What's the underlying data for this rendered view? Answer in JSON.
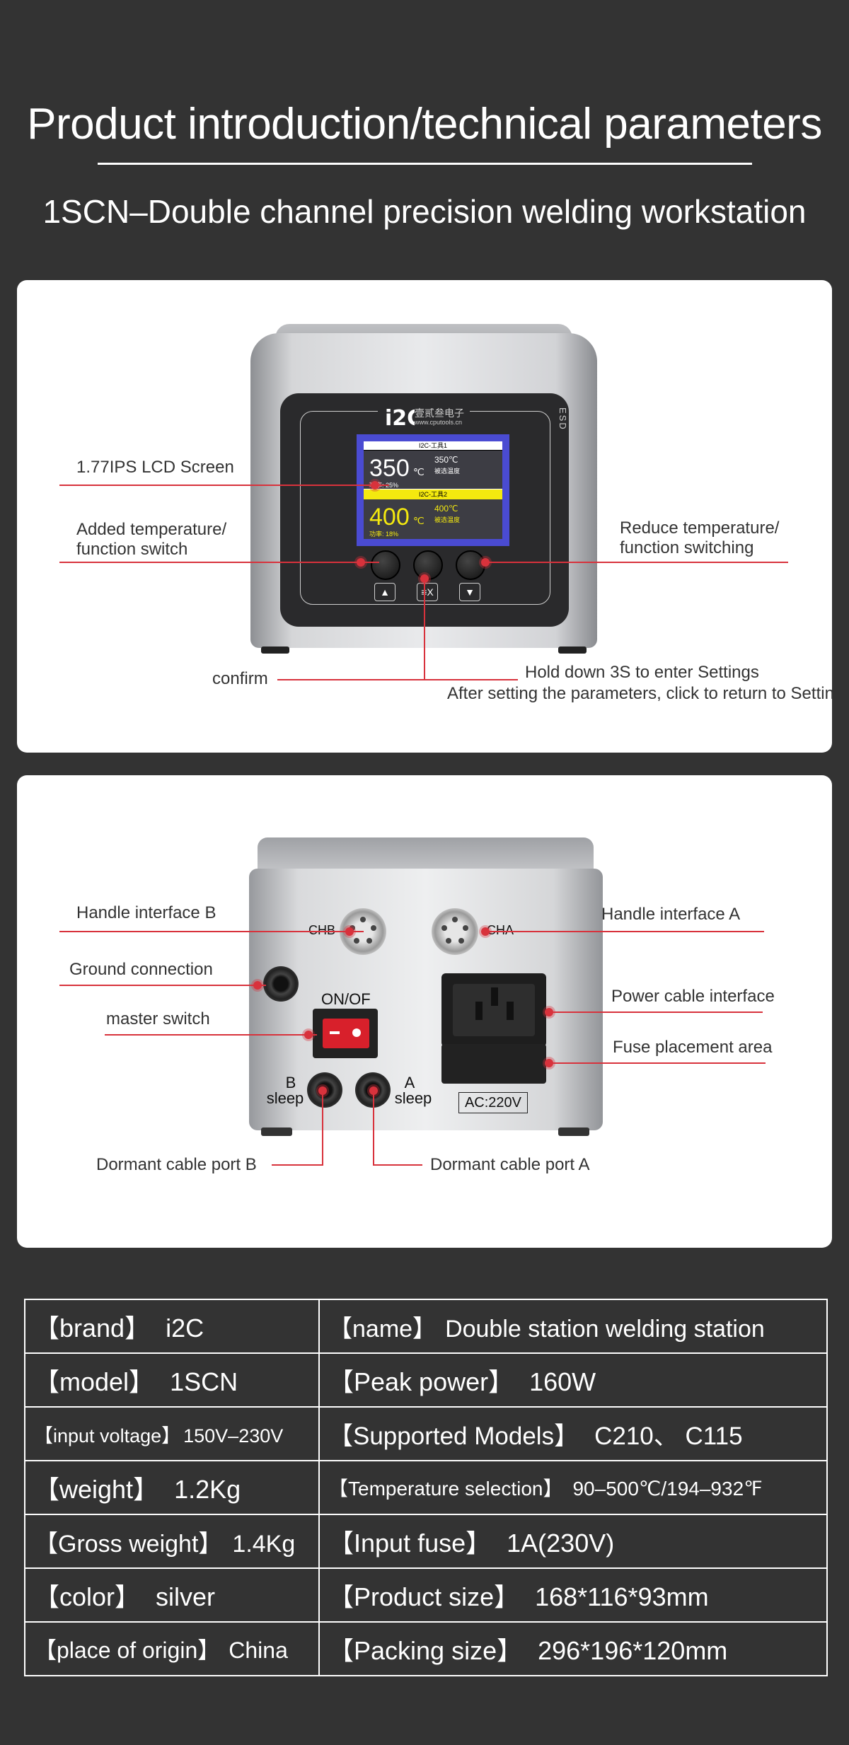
{
  "header": {
    "title": "Product introduction/technical parameters",
    "subtitle": "1SCN–Double channel precision welding workstation"
  },
  "front_panel": {
    "callouts": {
      "lcd": "1.77IPS LCD Screen",
      "add_temp_line1": "Added temperature/",
      "add_temp_line2": "function switch",
      "reduce_temp_line1": "Reduce temperature/",
      "reduce_temp_line2": "function switching",
      "confirm": "confirm",
      "hold_settings": "Hold down 3S to enter Settings",
      "after_settings": "After setting the parameters, click to return to Settings"
    },
    "device": {
      "logo": "i2C",
      "logo_sub": "壹贰叁电子",
      "logo_url": "www.cputools.cn",
      "esd": "ESD",
      "lcd": {
        "tool1_label": "I2C-工具1",
        "tool1_temp": "350",
        "tool1_unit": "℃",
        "tool1_set": "350℃",
        "tool1_set_label": "被选温度",
        "tool1_power": "功率: 25%",
        "tool2_label": "I2C-工具2",
        "tool2_temp": "400",
        "tool2_unit": "℃",
        "tool2_set": "400℃",
        "tool2_set_label": "被选温度",
        "tool2_power": "功率: 18%"
      },
      "keys": {
        "up": "▲",
        "menu": "≡X",
        "down": "▼"
      }
    }
  },
  "back_panel": {
    "callouts": {
      "handle_b": "Handle interface B",
      "handle_a": "Handle interface A",
      "ground": "Ground connection",
      "master_switch": "master switch",
      "power_cable": "Power cable interface",
      "fuse": "Fuse placement area",
      "dormant_b": "Dormant cable port B",
      "dormant_a": "Dormant cable port A"
    },
    "device": {
      "chb": "CHB",
      "cha": "CHA",
      "on_off": "ON/OF",
      "sleep_b_line1": "B",
      "sleep_b_line2": "sleep",
      "sleep_a_line1": "A",
      "sleep_a_line2": "sleep",
      "ac": "AC:220V"
    }
  },
  "specs": [
    {
      "left_key": "【brand】",
      "left_value": "i2C",
      "right_key": "【name】",
      "right_value": "Double station welding station"
    },
    {
      "left_key": "【model】",
      "left_value": "1SCN",
      "right_key": "【Peak power】",
      "right_value": "160W"
    },
    {
      "left_key": "【input voltage】",
      "left_value": "150V–230V",
      "right_key": "【Supported  Models】",
      "right_value": "C210、 C115"
    },
    {
      "left_key": "【weight】",
      "left_value": "1.2Kg",
      "right_key": "【Temperature selection】",
      "right_value": "90–500℃/194–932℉"
    },
    {
      "left_key": "【Gross weight】",
      "left_value": "1.4Kg",
      "right_key": "【Input fuse】",
      "right_value": "1A(230V)"
    },
    {
      "left_key": "【color】",
      "left_value": "silver",
      "right_key": "【Product size】",
      "right_value": "168*116*93mm"
    },
    {
      "left_key": "【place of origin】",
      "left_value": "China",
      "right_key": "【Packing size】",
      "right_value": "296*196*120mm"
    }
  ],
  "colors": {
    "background": "#333333",
    "panel": "#ffffff",
    "callout_line": "#d8323c",
    "lcd_frame": "#4a4bd2",
    "lcd_highlight": "#f4e90f"
  }
}
